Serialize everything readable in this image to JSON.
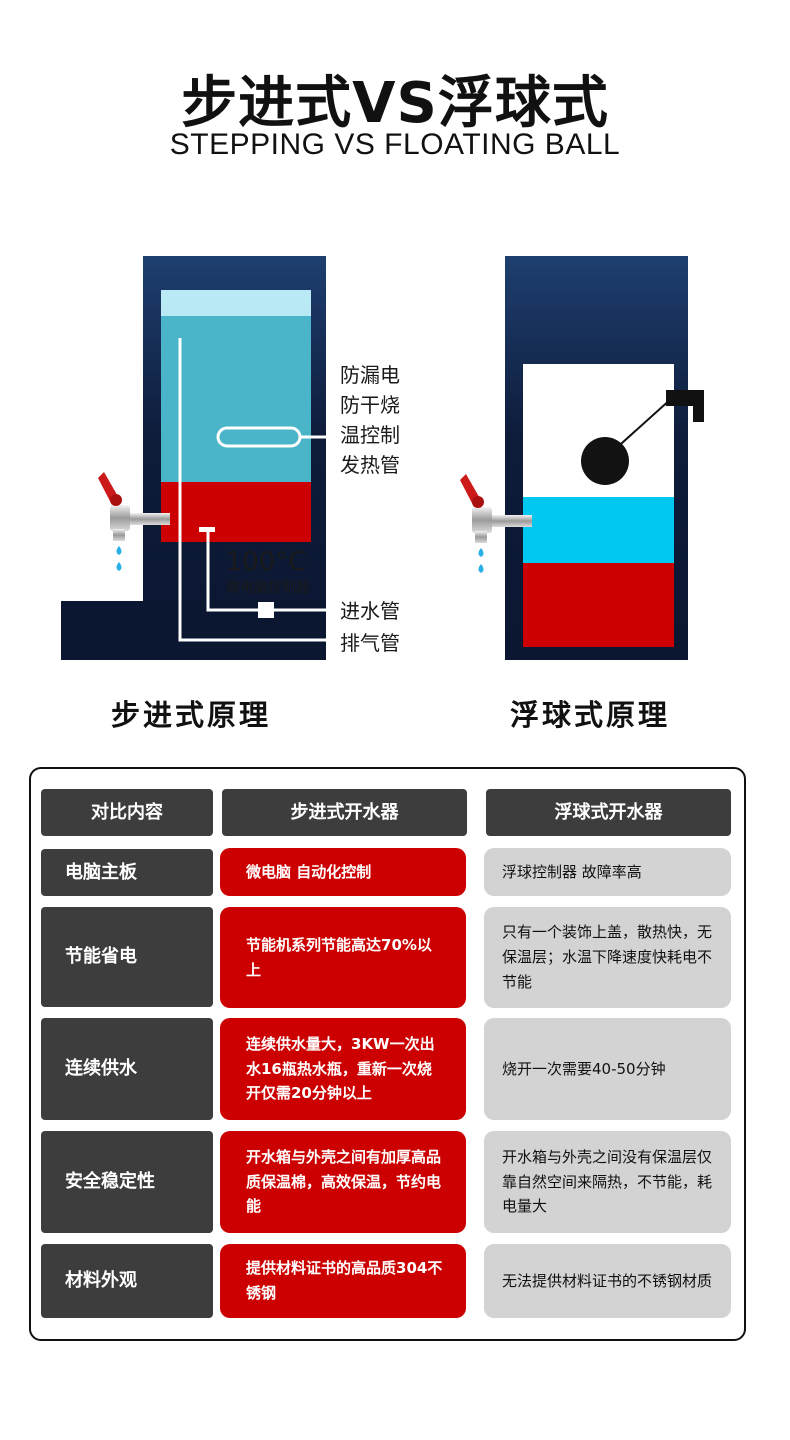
{
  "header": {
    "title": "步进式VS浮球式",
    "subtitle": "STEPPING VS FLOATING BALL"
  },
  "left_diagram": {
    "labels": {
      "heater_line1": "防漏电",
      "heater_line2": "防干烧",
      "heater_line3": "温控制",
      "heater_line4": "发热管",
      "temperature": "100°C",
      "controller": "微电脑控制器",
      "inlet": "进水管",
      "vent": "排气管"
    },
    "caption": "步进式原理"
  },
  "right_diagram": {
    "caption": "浮球式原理"
  },
  "colors": {
    "navy": "#0e1c3a",
    "red": "#cc0000",
    "cyan": "#00c8f0",
    "teal": "#4ab4c8",
    "gray_cell": "#d3d3d3",
    "dark_cell": "#3d3d3d"
  },
  "comparison": {
    "headers": [
      "对比内容",
      "步进式开水器",
      "浮球式开水器"
    ],
    "rows": [
      {
        "label": "电脑主板",
        "stepping": "微电脑 自动化控制",
        "floating": "浮球控制器 故障率高"
      },
      {
        "label": "节能省电",
        "stepping": "节能机系列节能高达70%以上",
        "floating": "只有一个装饰上盖，散热快，无保温层；水温下降速度快耗电不节能"
      },
      {
        "label": "连续供水",
        "stepping": "连续供水量大，3KW一次出水16瓶热水瓶，重新一次烧开仅需20分钟以上",
        "floating": "烧开一次需要40-50分钟"
      },
      {
        "label": "安全稳定性",
        "stepping": "开水箱与外壳之间有加厚高品质保温棉，高效保温，节约电能",
        "floating": "开水箱与外壳之间没有保温层仅靠自然空间来隔热，不节能，耗电量大"
      },
      {
        "label": "材料外观",
        "stepping": "提供材料证书的高品质304不锈钢",
        "floating": "无法提供材料证书的不锈钢材质"
      }
    ]
  }
}
